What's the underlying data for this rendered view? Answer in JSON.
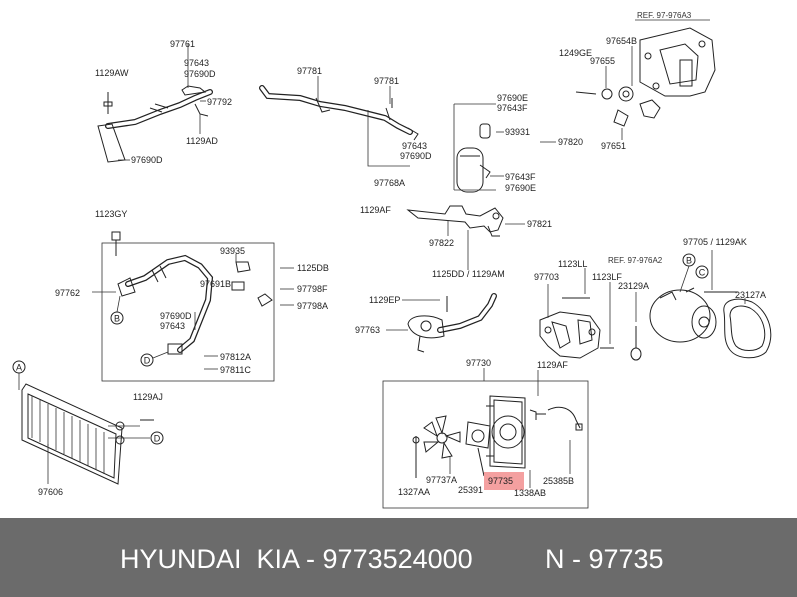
{
  "diagram": {
    "labels": {
      "p97761": "97761",
      "p97643a": "97643",
      "p97690Da": "97690D",
      "p1129AW": "1129AW",
      "p97792": "97792",
      "p1129AD": "1129AD",
      "p97690Db": "97690D",
      "p97781a": "97781",
      "p97781b": "97781",
      "p97643b": "97643",
      "p97690Dc": "97690D",
      "p97768A": "97768A",
      "p97690E": "97690E",
      "p97643F": "97643F",
      "p93931": "93931",
      "p97820": "97820",
      "p97643Fb": "97643F",
      "p97690Eb": "97690E",
      "ref1": "REF. 97-976A3",
      "p1249GE": "1249GE",
      "p97655": "97655",
      "p97654B": "97654B",
      "p97651": "97651",
      "p1129AF": "1129AF",
      "p97821": "97821",
      "p97822": "97822",
      "p1125DD": "1125DD / 1129AM",
      "p1123GY": "1123GY",
      "p93935": "93935",
      "p1125DB": "1125DB",
      "p97691B": "97691B",
      "p97798F": "97798F",
      "p97762": "97762",
      "p97798A": "97798A",
      "p97690Dd": "97690D",
      "p97643c": "97643",
      "p97812A": "97812A",
      "p97811C": "97811C",
      "p1129EP": "1129EP",
      "p97763": "97763",
      "p97703": "97703",
      "p1123LL": "1123LL",
      "p1123LF": "1123LF",
      "ref2": "REF. 97-976A2",
      "p97705": "97705 / 1129AK",
      "p23129A": "23129A",
      "p23127A": "23127A",
      "p97730": "97730",
      "p1129AFb": "1129AF",
      "p97737A": "97737A",
      "p1327AA": "1327AA",
      "p25391": "25391",
      "p97735": "97735",
      "p25385B": "25385B",
      "p1338AB": "1338AB",
      "p1129AJ": "1129AJ",
      "p97606": "97606",
      "cA": "A",
      "cB1": "B",
      "cB2": "B",
      "cC": "C",
      "cD1": "D",
      "cD2": "D"
    }
  },
  "footer": {
    "left": "HYUNDAI  KIA - 9773524000",
    "right": "N - 97735"
  },
  "colors": {
    "footer_bg": "#6b6b6b",
    "highlight": "#f4a0a0"
  }
}
